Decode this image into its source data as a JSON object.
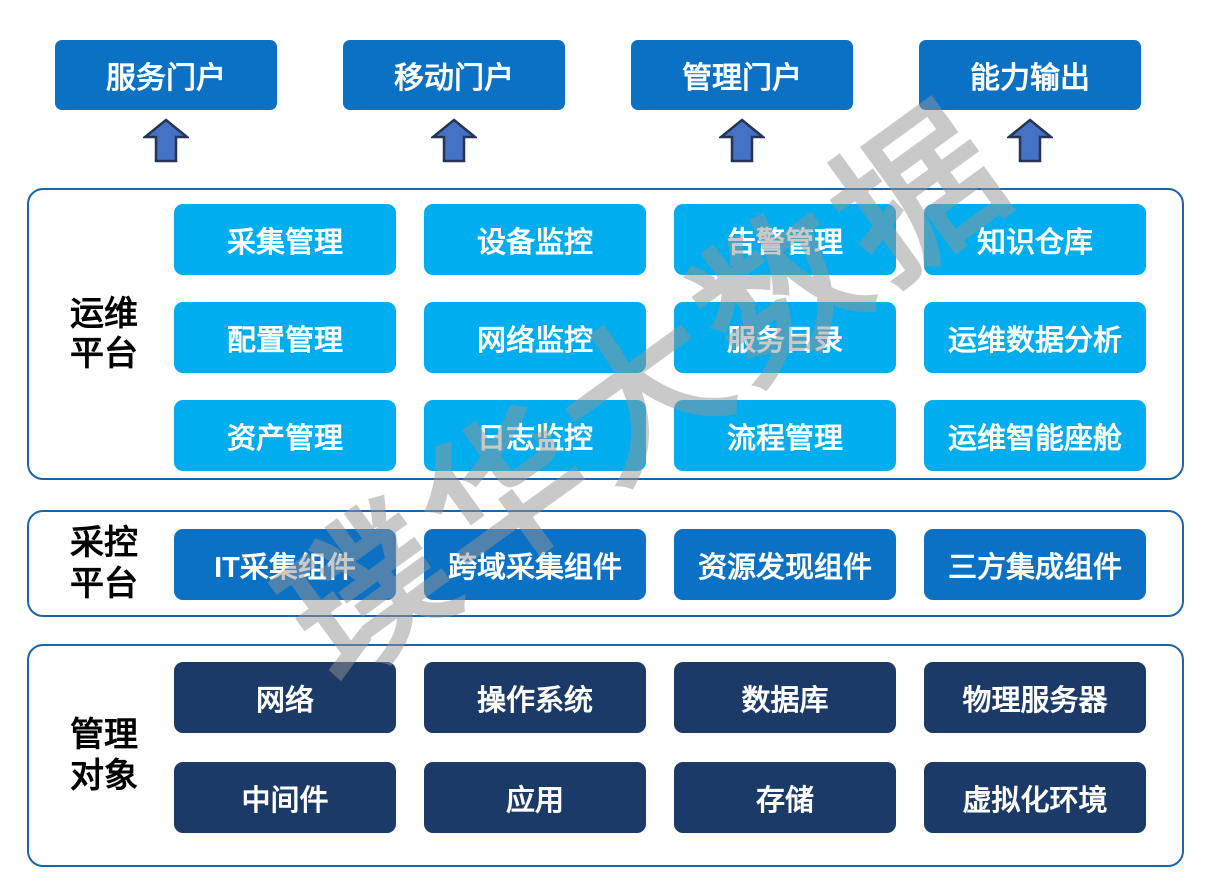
{
  "watermark": "璞华大数据",
  "colors": {
    "portal_blue": "#0a71c4",
    "light_blue": "#00aeef",
    "mid_blue": "#0a71c4",
    "dark_navy": "#1c3a68",
    "section_border": "#1765ae",
    "arrow_fill": "#4472c4",
    "arrow_border": "#233457",
    "watermark_gray": "#949494"
  },
  "portals": [
    "服务门户",
    "移动门户",
    "管理门户",
    "能力输出"
  ],
  "sections": [
    {
      "label_lines": [
        "运维",
        "平台"
      ],
      "rows": [
        [
          "采集管理",
          "设备监控",
          "告警管理",
          "知识仓库"
        ],
        [
          "配置管理",
          "网络监控",
          "服务目录",
          "运维数据分析"
        ],
        [
          "资产管理",
          "日志监控",
          "流程管理",
          "运维智能座舱"
        ]
      ]
    },
    {
      "label_lines": [
        "采控",
        "平台"
      ],
      "rows": [
        [
          "IT采集组件",
          "跨域采集组件",
          "资源发现组件",
          "三方集成组件"
        ]
      ]
    },
    {
      "label_lines": [
        "管理",
        "对象"
      ],
      "rows": [
        [
          "网络",
          "操作系统",
          "数据库",
          "物理服务器"
        ],
        [
          "中间件",
          "应用",
          "存储",
          "虚拟化环境"
        ]
      ]
    }
  ]
}
